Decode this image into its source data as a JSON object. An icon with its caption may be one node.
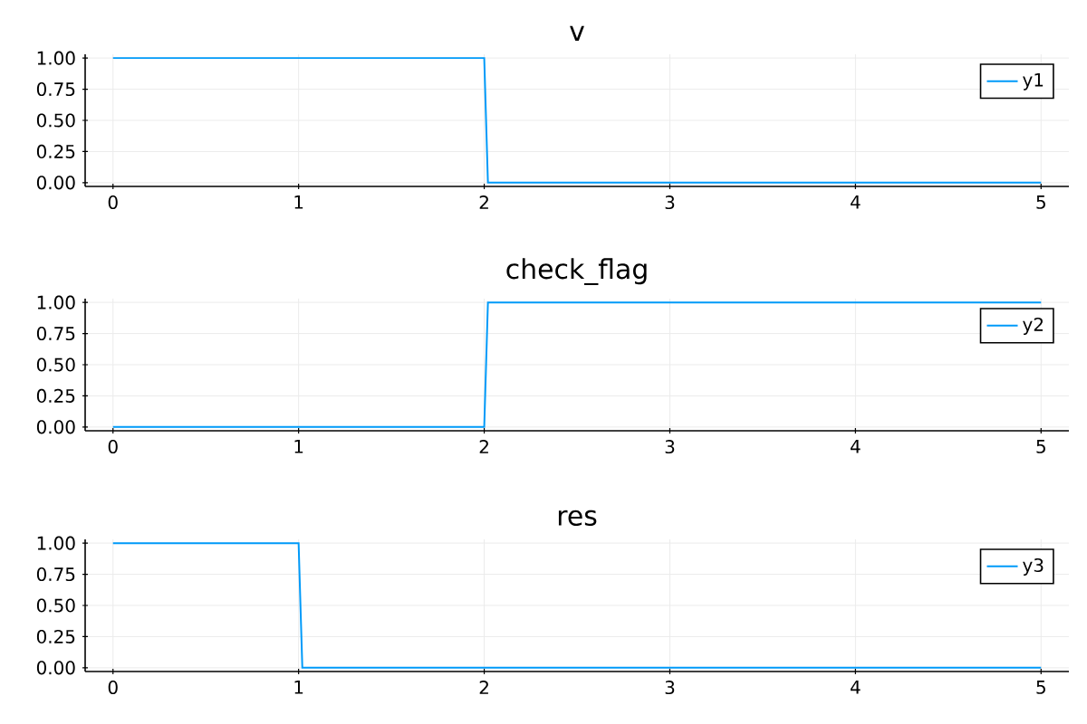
{
  "diagram": {
    "chart_data": [
      {
        "type": "line",
        "grid": true,
        "title": "v",
        "x": [
          0,
          2,
          2.02,
          5
        ],
        "series": [
          {
            "name": "y1",
            "color": "#009af9",
            "values": [
              1,
              1,
              0,
              0
            ]
          }
        ],
        "xlim": [
          -0.15,
          5.15
        ],
        "ylim": [
          -0.03,
          1.03
        ],
        "xticks": [
          0,
          1,
          2,
          3,
          4,
          5
        ],
        "yticks": [
          {
            "value": 0,
            "label": "0.00"
          },
          {
            "value": 0.25,
            "label": "0.25"
          },
          {
            "value": 0.5,
            "label": "0.50"
          },
          {
            "value": 0.75,
            "label": "0.75"
          },
          {
            "value": 1,
            "label": "1.00"
          }
        ]
      },
      {
        "type": "line",
        "grid": true,
        "title": "check_flag",
        "x": [
          0,
          2,
          2.02,
          5
        ],
        "series": [
          {
            "name": "y2",
            "color": "#009af9",
            "values": [
              0,
              0,
              1,
              1
            ]
          }
        ],
        "xlim": [
          -0.15,
          5.15
        ],
        "ylim": [
          -0.03,
          1.03
        ],
        "xticks": [
          0,
          1,
          2,
          3,
          4,
          5
        ],
        "yticks": [
          {
            "value": 0,
            "label": "0.00"
          },
          {
            "value": 0.25,
            "label": "0.25"
          },
          {
            "value": 0.5,
            "label": "0.50"
          },
          {
            "value": 0.75,
            "label": "0.75"
          },
          {
            "value": 1,
            "label": "1.00"
          }
        ]
      },
      {
        "type": "line",
        "grid": true,
        "title": "res",
        "x": [
          0,
          1,
          1.02,
          5
        ],
        "series": [
          {
            "name": "y3",
            "color": "#009af9",
            "values": [
              1,
              1,
              0,
              0
            ]
          }
        ],
        "xlim": [
          -0.15,
          5.15
        ],
        "ylim": [
          -0.03,
          1.03
        ],
        "xticks": [
          0,
          1,
          2,
          3,
          4,
          5
        ],
        "yticks": [
          {
            "value": 0,
            "label": "0.00"
          },
          {
            "value": 0.25,
            "label": "0.25"
          },
          {
            "value": 0.5,
            "label": "0.50"
          },
          {
            "value": 0.75,
            "label": "0.75"
          },
          {
            "value": 1,
            "label": "1.00"
          }
        ]
      }
    ]
  }
}
